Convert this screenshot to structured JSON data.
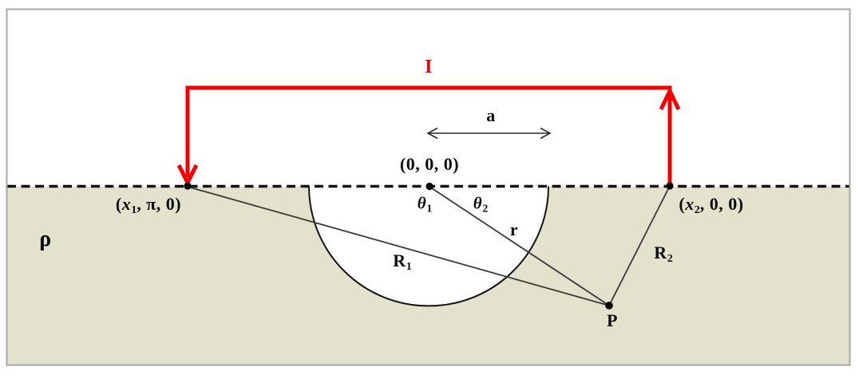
{
  "colors": {
    "current_red": "#f40000",
    "ground_fill": "#e3e3cd",
    "hemisphere_fill": "#ffffff",
    "line_dark": "#353535",
    "interface_black": "#111111",
    "border_gray": "#a7a7a7"
  },
  "labels": {
    "current": "I",
    "half_spacing": "a",
    "origin": "(0, 0, 0)",
    "electrode_left": {
      "open": "(",
      "var": "x",
      "sub": "1",
      "rest": ", π, 0)"
    },
    "electrode_right": {
      "open": "(",
      "var": "x",
      "sub": "2",
      "rest": ", 0, 0)"
    },
    "resistivity": "ρ",
    "theta1": {
      "base": "θ",
      "sub": "1"
    },
    "theta2": {
      "base": "θ",
      "sub": "2"
    },
    "radius_r": "r",
    "distance_R1": {
      "base": "R",
      "sub": "1"
    },
    "distance_R2": {
      "base": "R",
      "sub": "2"
    },
    "point_P": "P"
  }
}
